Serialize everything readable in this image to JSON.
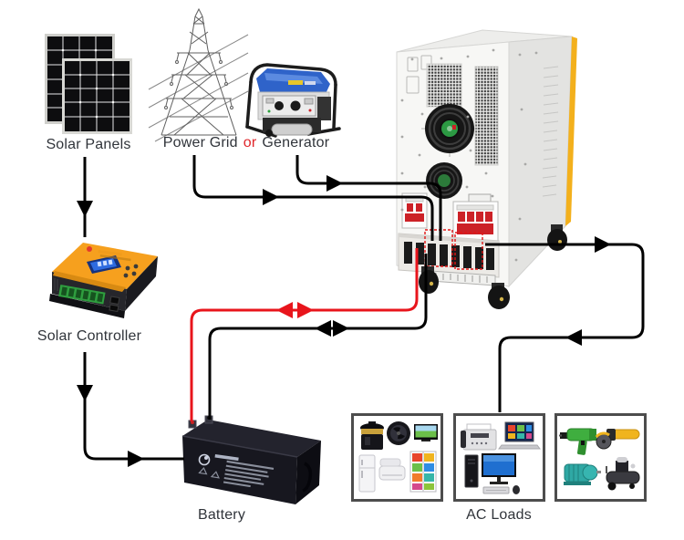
{
  "title": "Solar power inverter system connection diagram",
  "labels": {
    "solar_panels": "Solar Panels",
    "power_grid": "Power Grid",
    "conjunction": "or",
    "generator": "Generator",
    "solar_controller": "Solar Controller",
    "battery": "Battery",
    "ac_loads": "AC Loads"
  },
  "colors": {
    "wire_black": "#000000",
    "wire_red": "#e8151c",
    "conjunction_red": "#e0262b",
    "label_text": "#30343a",
    "inverter_body": "#f7f7f5",
    "inverter_accent_yellow": "#f3b01c",
    "breaker_red": "#cc2127",
    "controller_orange": "#f6a01e",
    "controller_lcd_blue": "#2e6be0",
    "terminal_green": "#2f9e3f",
    "battery_dark": "#17171f",
    "generator_blue": "#2f63c9",
    "ac_box_border": "#4d4d4d"
  },
  "devices": [
    "solar-panels",
    "power-grid-tower",
    "generator",
    "inverter-cabinet",
    "solar-controller",
    "battery",
    "ac-loads"
  ],
  "ac_load_groups": [
    {
      "name": "household-appliances",
      "items": [
        "pressure-cooker",
        "electric-fan",
        "tv",
        "refrigerator",
        "air-conditioner",
        "double-door-fridge"
      ]
    },
    {
      "name": "office-equipment",
      "items": [
        "fax-machine",
        "laptop",
        "desktop-tower",
        "monitor",
        "keyboard",
        "mouse"
      ]
    },
    {
      "name": "power-tools",
      "items": [
        "electric-drill",
        "angle-grinder",
        "electric-motor",
        "air-compressor"
      ]
    }
  ],
  "wires": [
    {
      "name": "solar-panels-to-controller",
      "color": "black",
      "direction": "down"
    },
    {
      "name": "controller-to-battery",
      "color": "black",
      "direction": "right"
    },
    {
      "name": "power-grid-to-inverter",
      "color": "black",
      "direction": "right"
    },
    {
      "name": "generator-to-inverter",
      "color": "black",
      "direction": "right"
    },
    {
      "name": "battery-positive-to-inverter",
      "color": "red",
      "direction": "both"
    },
    {
      "name": "battery-negative-to-inverter",
      "color": "black",
      "direction": "both"
    },
    {
      "name": "inverter-to-ac-loads",
      "color": "black",
      "direction": "down"
    }
  ]
}
